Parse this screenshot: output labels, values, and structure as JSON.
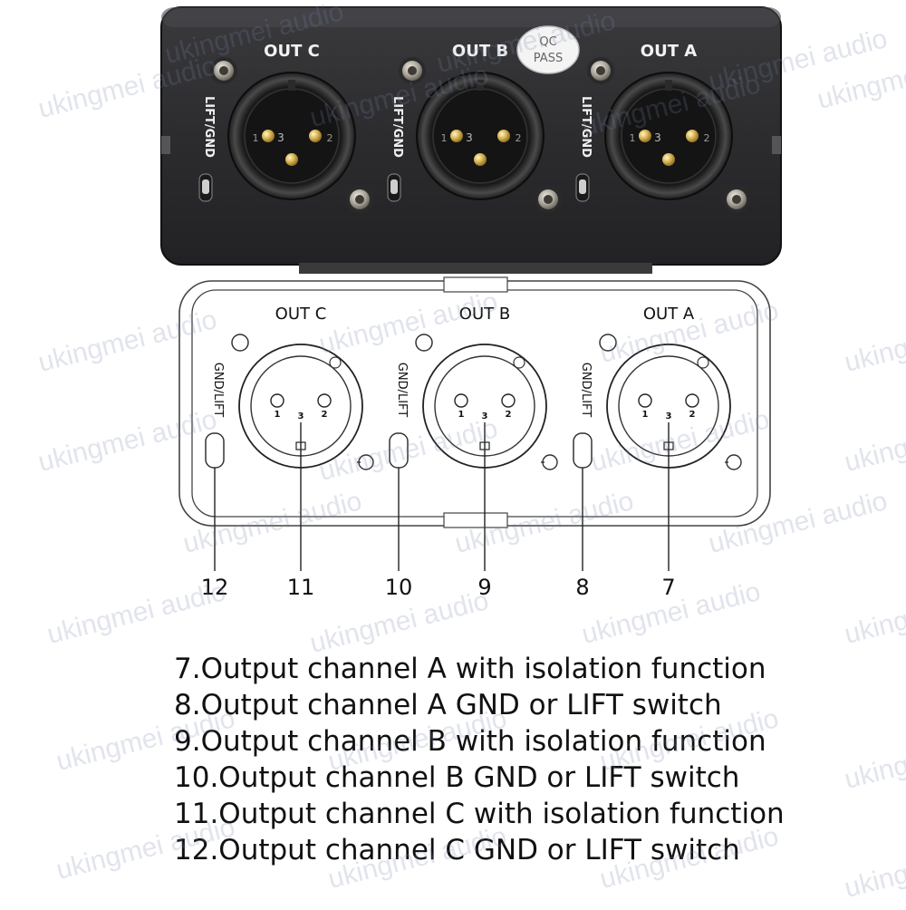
{
  "photo": {
    "qc_badge": {
      "line1": "QC",
      "line2": "PASS"
    },
    "channels": [
      {
        "out_label": "OUT C",
        "switch_label": "LIFT/GND"
      },
      {
        "out_label": "OUT B",
        "switch_label": "LIFT/GND"
      },
      {
        "out_label": "OUT A",
        "switch_label": "LIFT/GND"
      }
    ],
    "pin_labels": [
      "1",
      "3",
      "2"
    ]
  },
  "drawing": {
    "channels": [
      {
        "out_label": "OUT C",
        "switch_label": "GND/LIFT",
        "switch_callout": "12",
        "connector_callout": "11"
      },
      {
        "out_label": "OUT B",
        "switch_label": "GND/LIFT",
        "switch_callout": "10",
        "connector_callout": "9"
      },
      {
        "out_label": "OUT A",
        "switch_label": "GND/LIFT",
        "switch_callout": "8",
        "connector_callout": "7"
      }
    ],
    "pin_labels": [
      "1",
      "3",
      "2"
    ]
  },
  "legend": [
    "7.Output channel A with isolation function",
    "8.Output channel A GND or LIFT switch",
    "9.Output channel B with isolation function",
    "10.Output channel B GND or LIFT switch",
    "11.Output channel C with isolation function",
    "12.Output channel C GND or LIFT switch"
  ],
  "watermark": "ukingmei audio"
}
